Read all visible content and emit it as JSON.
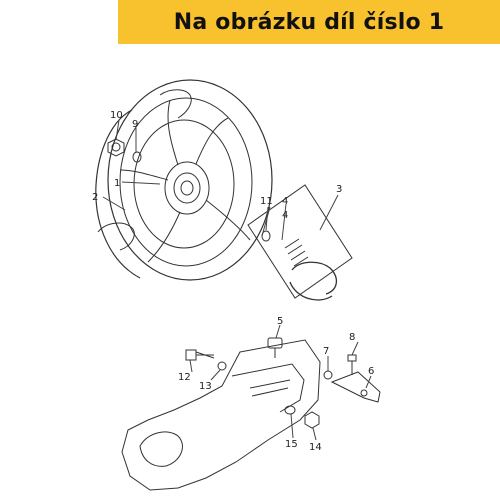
{
  "banner": {
    "text": "Na obrázku díl číslo 1",
    "color": "#f7c22d"
  },
  "labels": {
    "l1": "1",
    "l2": "2",
    "l3": "3",
    "l4a": "4",
    "l4b": "4",
    "l5": "5",
    "l6": "6",
    "l7": "7",
    "l8": "8",
    "l9": "9",
    "l10": "10",
    "l11": "11",
    "l12": "12",
    "l13": "13",
    "l14": "14",
    "l15": "15"
  }
}
